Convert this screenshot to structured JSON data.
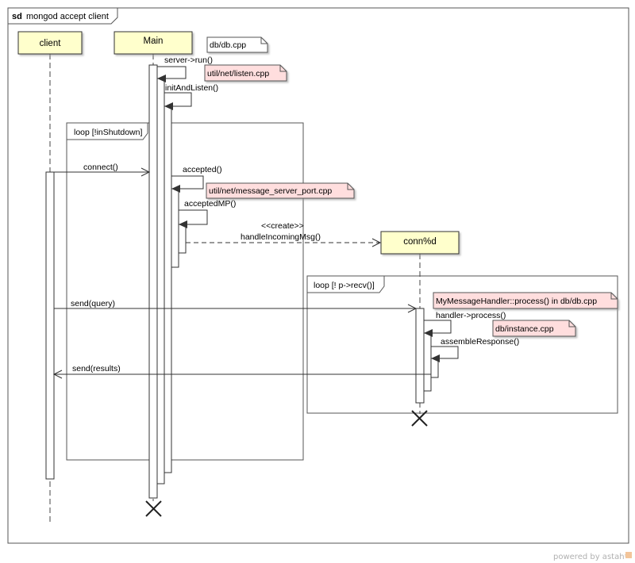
{
  "frame": {
    "kind": "sd",
    "title": "mongod accept client"
  },
  "lifelines": {
    "client": "client",
    "main": "Main",
    "conn": "conn%d"
  },
  "fragments": {
    "loop_outer": "loop  [!inShutdown]",
    "loop_inner": "loop  [! p->recv()]"
  },
  "messages": {
    "server_run": "server->run()",
    "init_and_listen": "initAndListen()",
    "connect": "connect()",
    "accepted": "accepted()",
    "accepted_mp": "acceptedMP()",
    "create": "<<create>>",
    "handle_incoming": "handleIncomingMsg()",
    "send_query": "send(query)",
    "handler_process": "handler->process()",
    "assemble_response": "assembleResponse()",
    "send_results": "send(results)"
  },
  "notes": {
    "db_cpp": "db/db.cpp",
    "listen_cpp": "util/net/listen.cpp",
    "message_server_port": "util/net/message_server_port.cpp",
    "message_handler": "MyMessageHandler::process()  in db/db.cpp",
    "instance_cpp": "db/instance.cpp"
  },
  "footer": {
    "powered_by": "powered by astah*"
  },
  "colors": {
    "lifeline_fill": "#ffffcc",
    "note_plain": "#ffffff",
    "note_pink": "#ffdede",
    "line": "#404040"
  }
}
